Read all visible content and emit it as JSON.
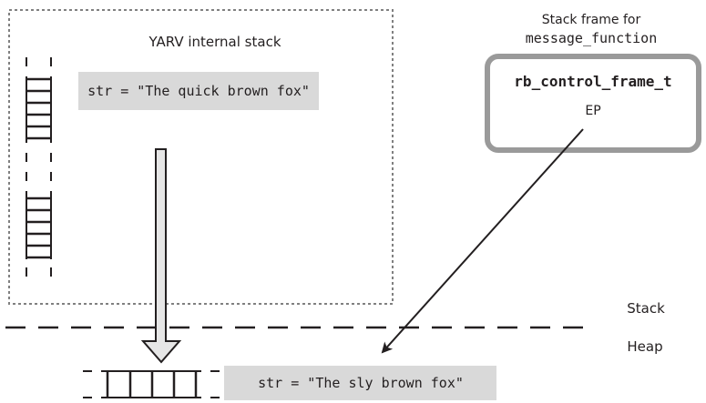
{
  "stack_region": {
    "title": "YARV internal stack",
    "value_box_text": "str = \"The quick brown fox\""
  },
  "frame": {
    "caption_line1": "Stack frame for",
    "caption_line2": "message_function",
    "struct_name": "rb_control_frame_t",
    "field": "EP"
  },
  "boundary": {
    "stack_label": "Stack",
    "heap_label": "Heap"
  },
  "heap_region": {
    "value_box_text": "str = \"The sly brown fox\""
  },
  "colors": {
    "ink": "#231f20",
    "box_fill": "#d9d9d9",
    "frame_border": "#9a9a9a",
    "dotted_border": "#808080"
  }
}
